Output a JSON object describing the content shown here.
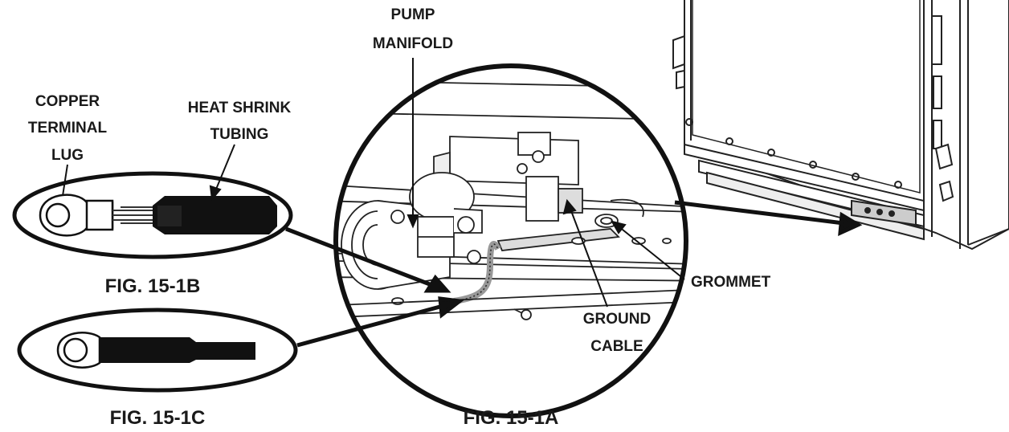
{
  "labels": {
    "pump_manifold_1": "PUMP",
    "pump_manifold_2": "MANIFOLD",
    "copper_1": "COPPER",
    "copper_2": "TERMINAL",
    "copper_3": "LUG",
    "heat_1": "HEAT SHRINK",
    "heat_2": "TUBING",
    "grommet": "GROMMET",
    "ground_1": "GROUND",
    "ground_2": "CABLE"
  },
  "captions": {
    "fig_1b": "FIG. 15-1B",
    "fig_1c": "FIG. 15-1C",
    "fig_1a": "FIG. 15-1A"
  },
  "colors": {
    "ink": "#1a1a1a",
    "line": "#222222",
    "fill_dark": "#111111",
    "fill_light": "#ffffff"
  }
}
